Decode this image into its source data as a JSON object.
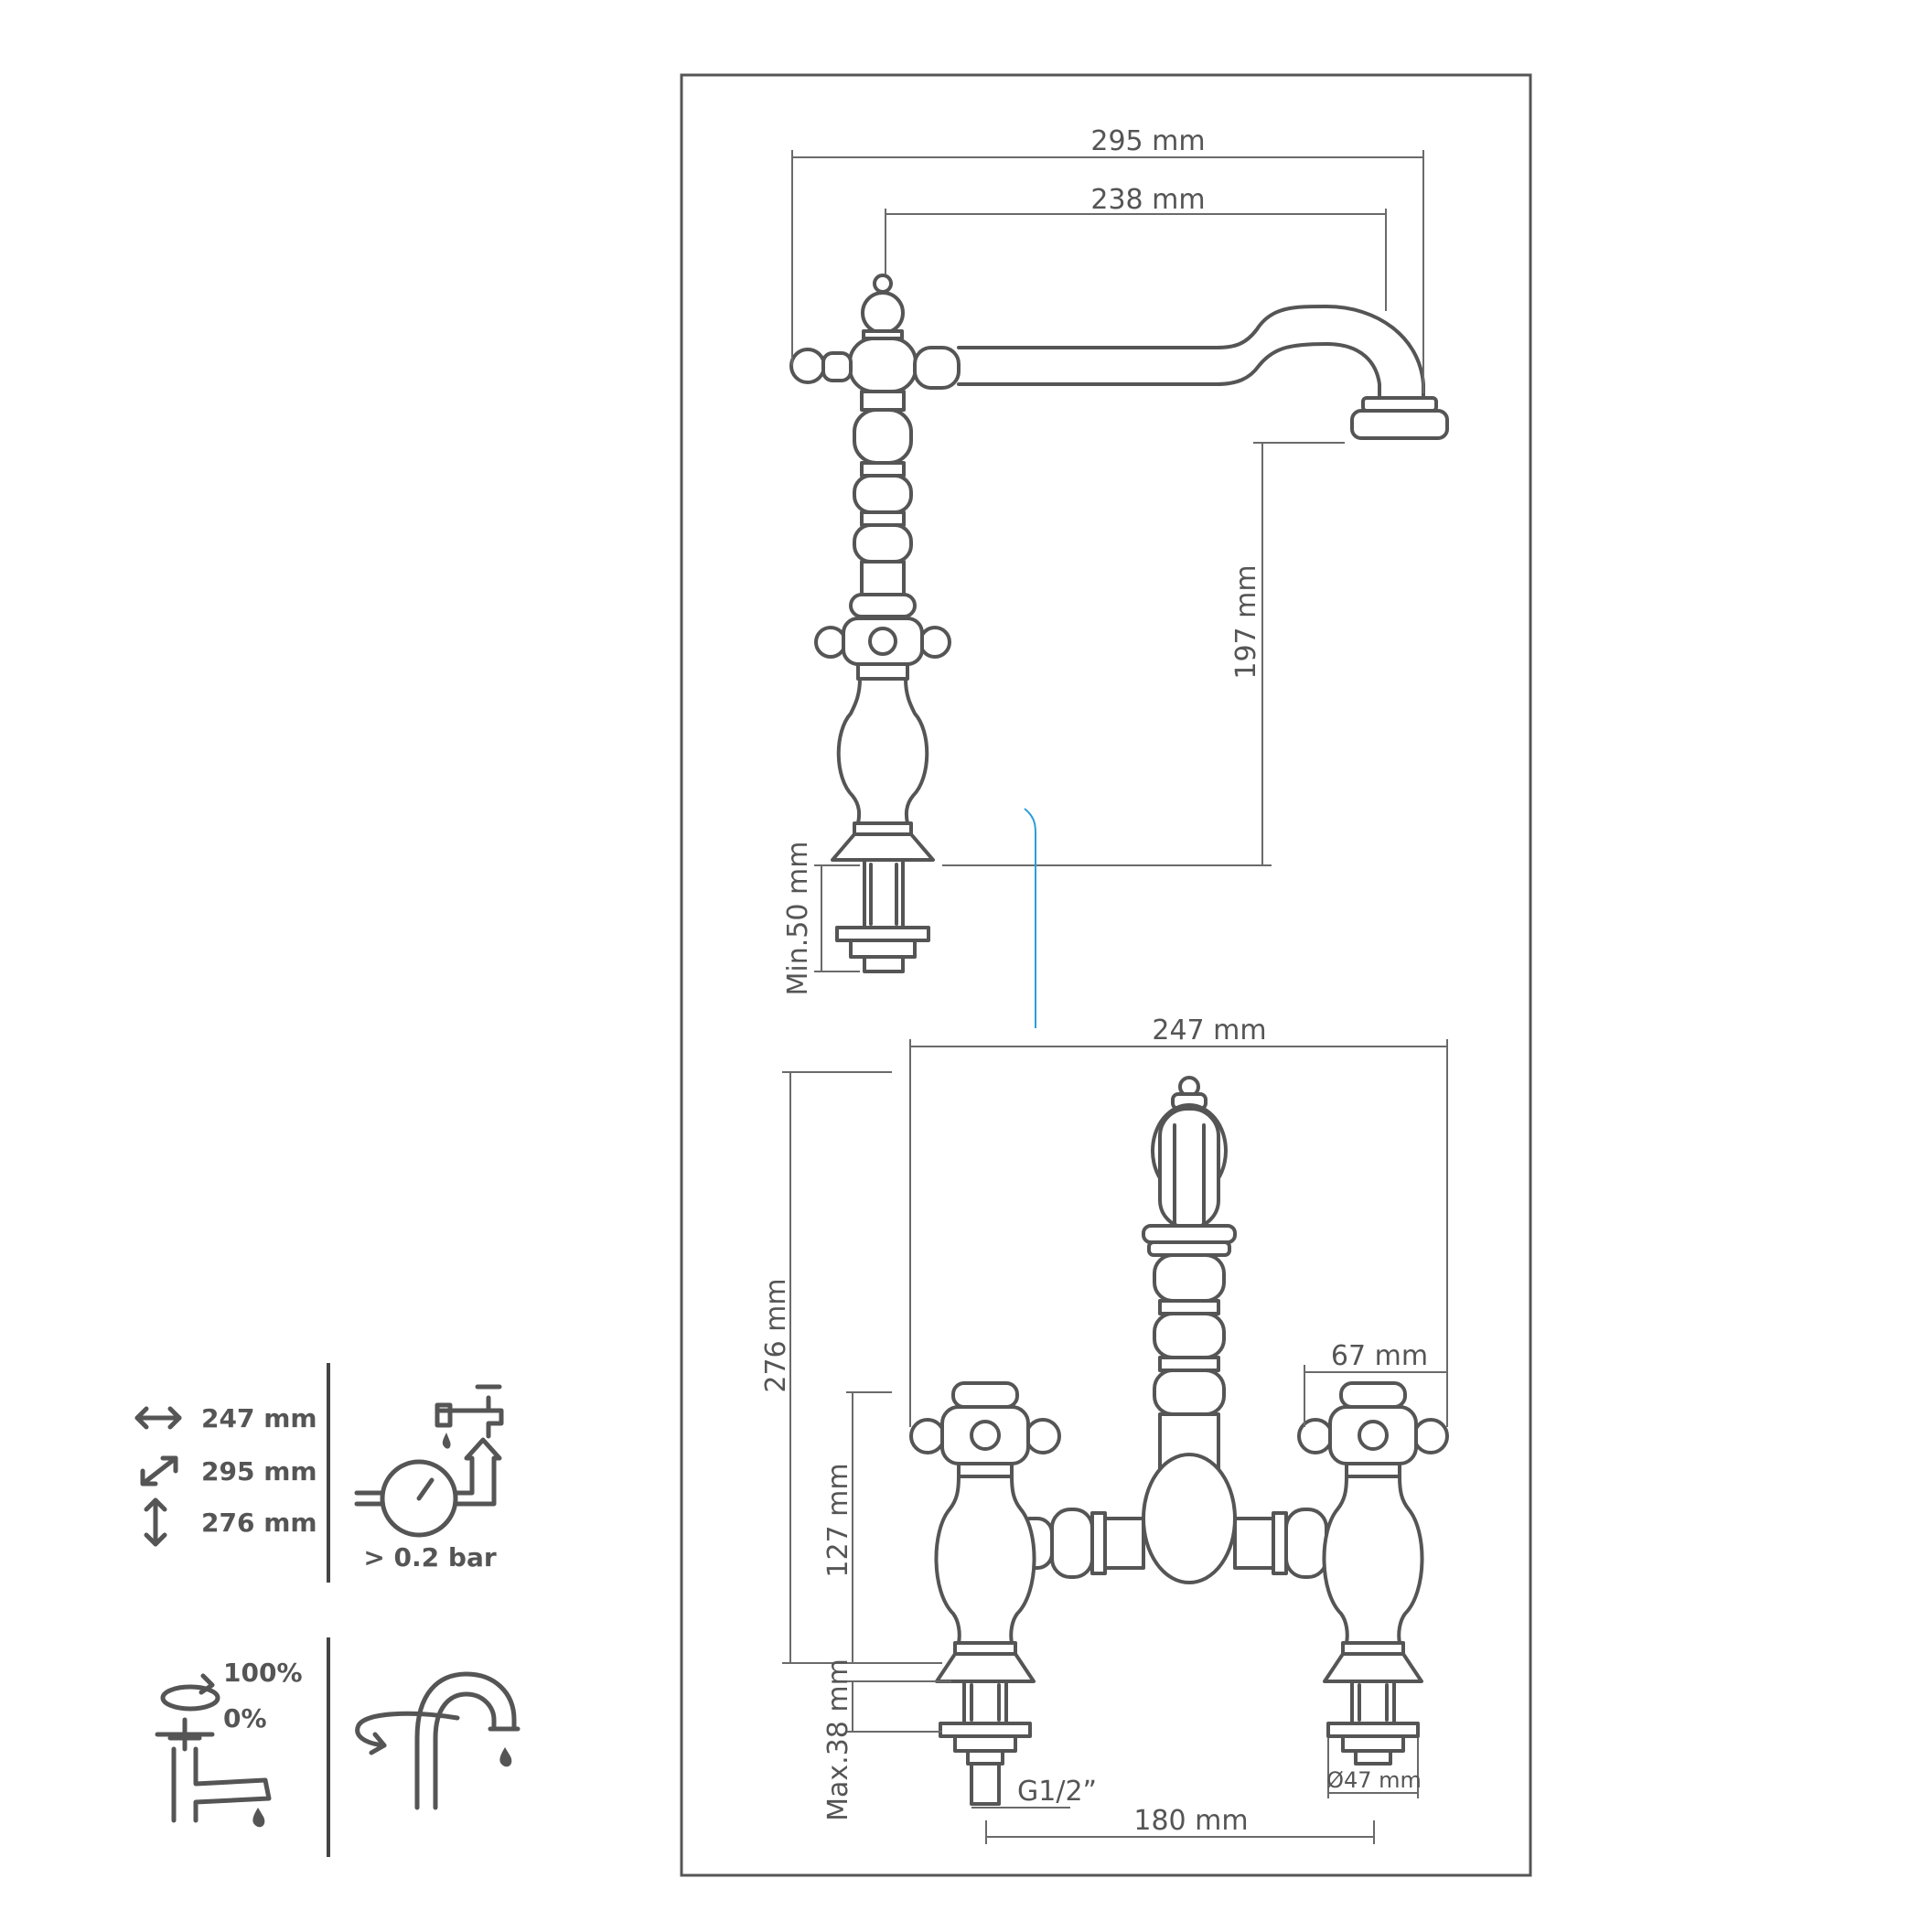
{
  "side_view": {
    "dim_width_total": "295 mm",
    "dim_spout_reach": "238 mm",
    "dim_spout_height": "197 mm",
    "dim_min_thread": "Min.50 mm"
  },
  "front_view": {
    "dim_width": "247 mm",
    "dim_handle": "67 mm",
    "dim_height_total": "276 mm",
    "dim_height_body": "127 mm",
    "dim_max_thread": "Max.38 mm",
    "dim_connection": "G1/2”",
    "dim_diameter": "Ø47 mm",
    "dim_centers": "180 mm"
  },
  "spec_icons": {
    "width": "247 mm",
    "depth": "295 mm",
    "height": "276 mm",
    "pressure": "> 0.2 bar",
    "rotation_max": "100%",
    "rotation_min": "0%"
  },
  "colors": {
    "line": "#555555",
    "accent": "#2a9fd8"
  }
}
